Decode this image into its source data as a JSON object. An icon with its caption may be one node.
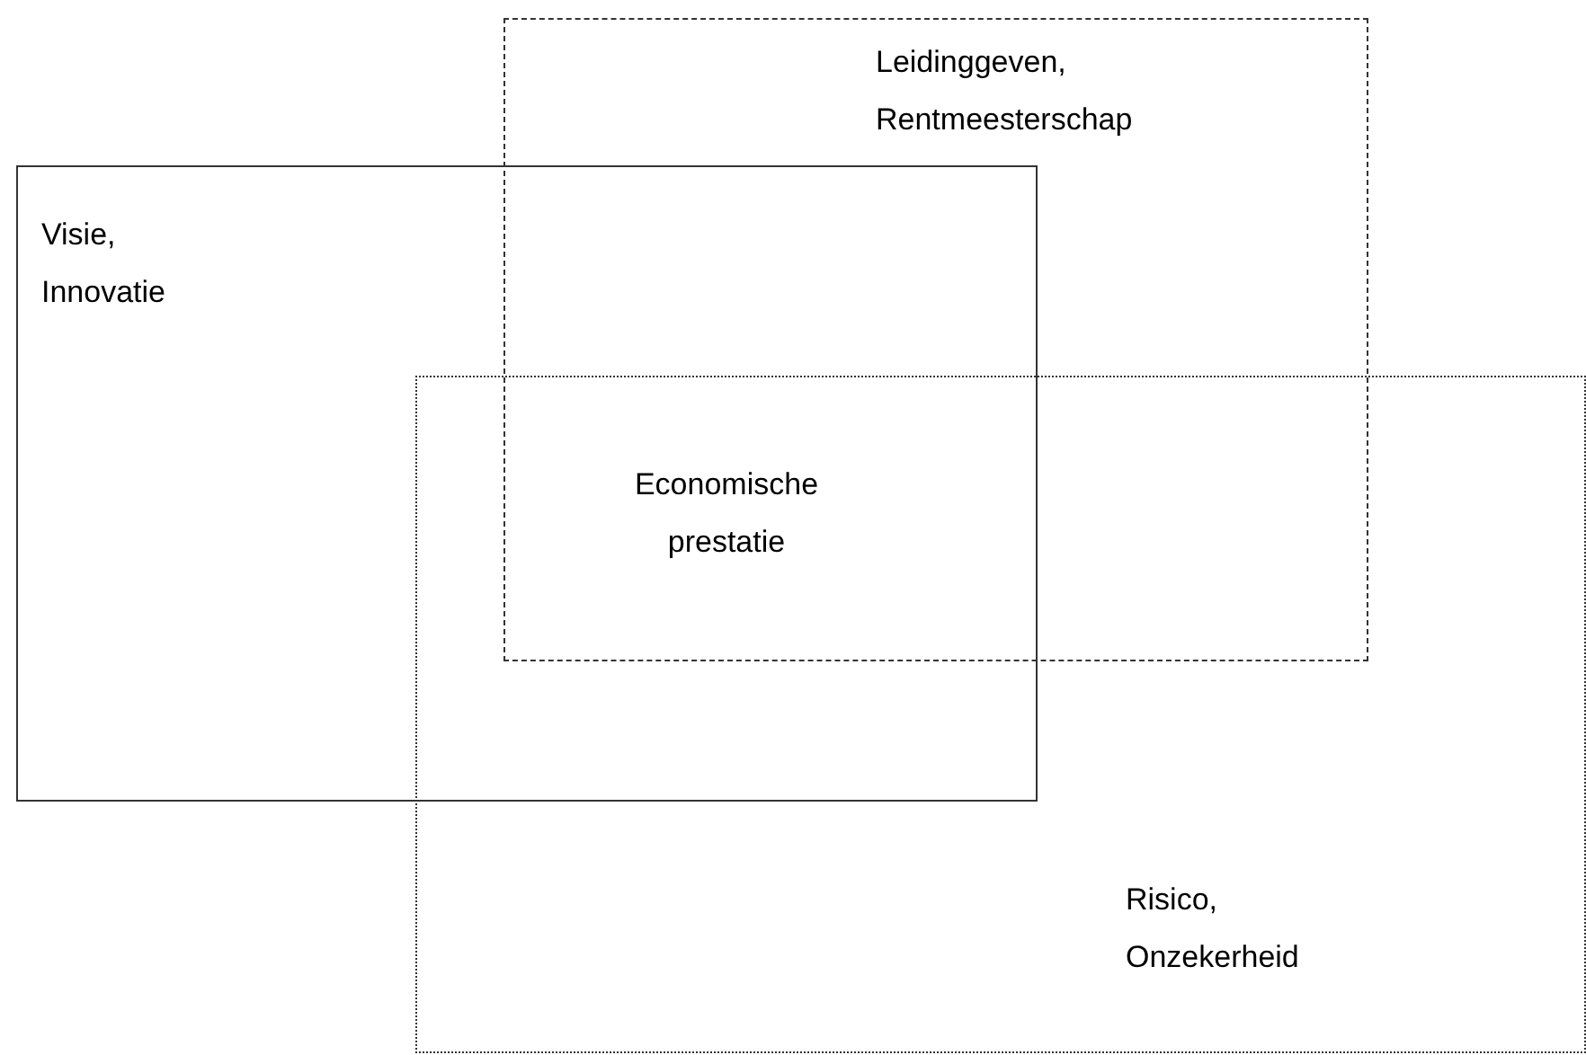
{
  "diagram": {
    "nodes": [
      {
        "text": [
          "Leidinggeven, Rentmeesterschap"
        ]
      },
      {
        "text": [
          "Visie, Innovatie"
        ]
      },
      {
        "text": [
          "Risico, Onzekerheid"
        ]
      }
    ],
    "labels": [
      "Economische prestatie"
    ]
  }
}
